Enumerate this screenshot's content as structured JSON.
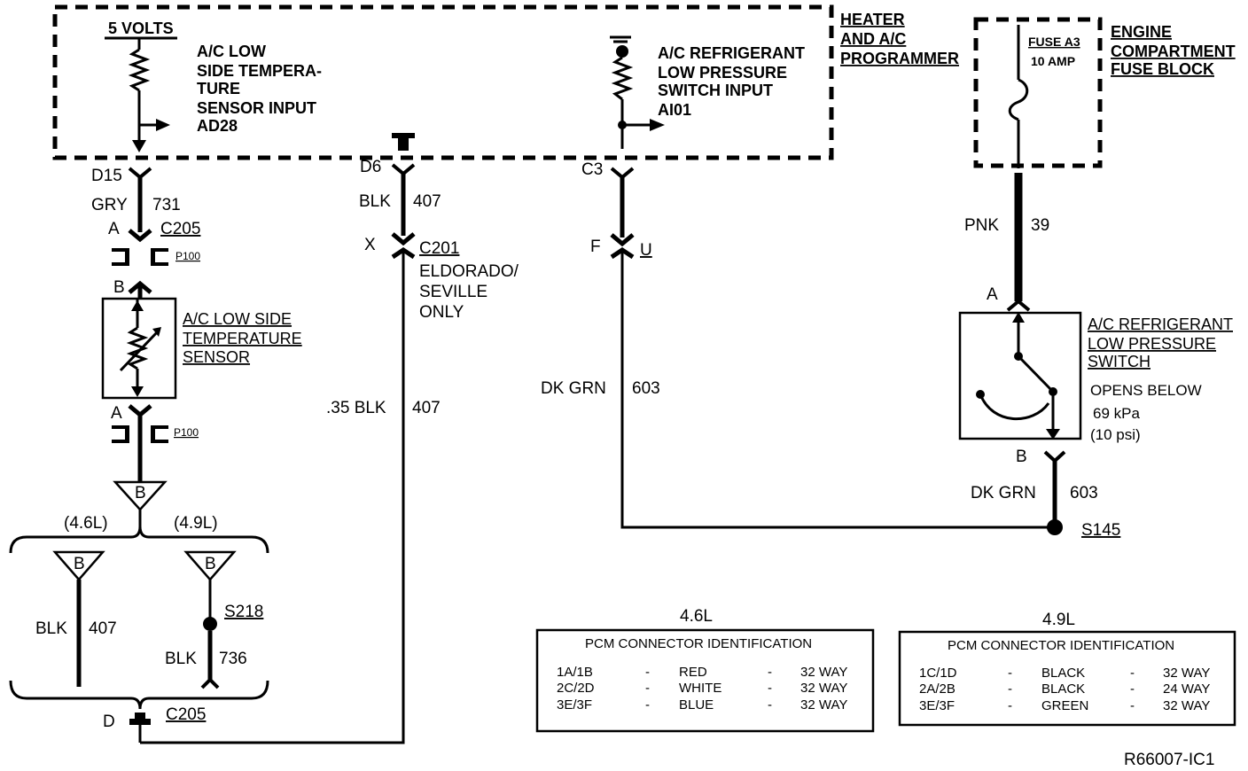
{
  "programmer": {
    "title_lines": [
      "HEATER",
      "AND  A/C",
      "PROGRAMMER"
    ],
    "supply": "5 VOLTS",
    "temp_input_lines": [
      "A/C LOW",
      "SIDE TEMPERA-",
      "TURE",
      "SENSOR INPUT",
      "AD28"
    ],
    "pressure_input_lines": [
      "A/C REFRIGERANT",
      "LOW PRESSURE",
      "SWITCH INPUT",
      "AI01"
    ]
  },
  "fuse_block": {
    "title_lines": [
      "ENGINE",
      "COMPARTMENT",
      "FUSE BLOCK"
    ],
    "fuse": "FUSE A3",
    "rating": "10 AMP"
  },
  "circuit_left": {
    "pin": "D15",
    "color": "GRY",
    "circuit": "731",
    "pin_a": "A",
    "connector": "C205",
    "p_label": "P100",
    "pin_b": "B",
    "sensor_lines": [
      "A/C LOW SIDE",
      "TEMPERATURE",
      "SENSOR"
    ],
    "pin_a2": "A",
    "p_label2": "P100",
    "tri_label": "B",
    "variant_a": "(4.6L)",
    "variant_b": "(4.9L)",
    "left_tri": "B",
    "right_tri": "B",
    "left_wire_color": "BLK",
    "left_wire_circuit": "407",
    "splice": "S218",
    "right_wire_color": "BLK",
    "right_wire_circuit": "736",
    "bottom_pin": "D",
    "bottom_connector": "C205"
  },
  "circuit_middle": {
    "pin": "D6",
    "color": "BLK",
    "circuit": "407",
    "pin_x": "X",
    "connector": "C201",
    "note_lines": [
      "ELDORADO/",
      "SEVILLE",
      "ONLY"
    ],
    "lower_color": ".35 BLK",
    "lower_circuit": "407"
  },
  "circuit_right": {
    "pin": "C3",
    "pin_f": "F",
    "pin_u": "U",
    "color": "DK GRN",
    "circuit": "603"
  },
  "circuit_switch": {
    "color": "PNK",
    "circuit": "39",
    "pin_a": "A",
    "switch_lines": [
      "A/C  REFRIGERANT",
      "LOW PRESSURE",
      "SWITCH"
    ],
    "note_lines": [
      "OPENS BELOW",
      "69 kPa",
      "(10 psi)"
    ],
    "pin_b": "B",
    "lower_color": "DK GRN",
    "lower_circuit": "603",
    "splice": "S145"
  },
  "tables": [
    {
      "engine": "4.6L",
      "header": "PCM CONNECTOR IDENTIFICATION",
      "rows": [
        [
          "1A/1B",
          "-",
          "RED",
          "-",
          "32 WAY"
        ],
        [
          "2C/2D",
          "-",
          "WHITE",
          "-",
          "32 WAY"
        ],
        [
          "3E/3F",
          "-",
          "BLUE",
          "-",
          "32 WAY"
        ]
      ]
    },
    {
      "engine": "4.9L",
      "header": "PCM CONNECTOR IDENTIFICATION",
      "rows": [
        [
          "1C/1D",
          "-",
          "BLACK",
          "-",
          "32 WAY"
        ],
        [
          "2A/2B",
          "-",
          "BLACK",
          "-",
          "24 WAY"
        ],
        [
          "3E/3F",
          "-",
          "GREEN",
          "-",
          "32 WAY"
        ]
      ]
    }
  ],
  "figure_id": "R66007-IC1"
}
